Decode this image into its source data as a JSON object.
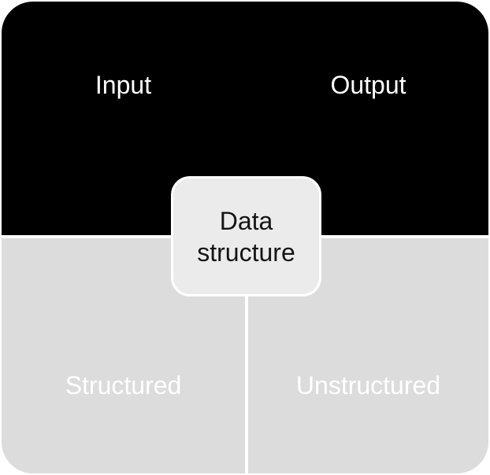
{
  "diagram": {
    "type": "matrix-smartart",
    "top": {
      "input_label": "Input",
      "output_label": "Output"
    },
    "center": {
      "label": "Data structure"
    },
    "bottom": {
      "structured_label": "Structured",
      "unstructured_label": "Unstructured"
    },
    "colors": {
      "top_background": "#000000",
      "bottom_panel_background": "#dcdcdc",
      "center_box_background": "#ebebeb",
      "center_box_border": "#ffffff",
      "divider": "#ffffff",
      "light_text": "#ffffff",
      "dark_text": "#141414"
    }
  }
}
